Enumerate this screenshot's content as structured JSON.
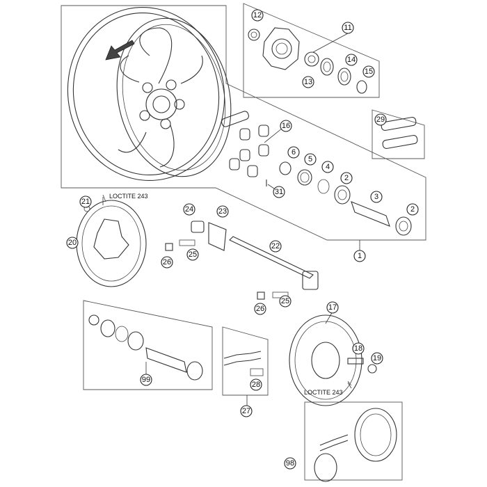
{
  "labels": {
    "loctite_upper": "LOCTITE 243",
    "loctite_lower": "LOCTITE 243"
  },
  "callouts": {
    "c1": "1",
    "c2a": "2",
    "c2b": "2",
    "c3": "3",
    "c4": "4",
    "c5": "5",
    "c6": "6",
    "c11": "11",
    "c12": "12",
    "c13": "13",
    "c14": "14",
    "c15": "15",
    "c16": "16",
    "c17": "17",
    "c18": "18",
    "c19": "19",
    "c20": "20",
    "c21": "21",
    "c22": "22",
    "c23": "23",
    "c24": "24",
    "c25a": "25",
    "c25b": "25",
    "c26a": "26",
    "c26b": "26",
    "c27": "27",
    "c28": "28",
    "c29": "29",
    "c31": "31",
    "c98": "98",
    "c99": "99"
  }
}
